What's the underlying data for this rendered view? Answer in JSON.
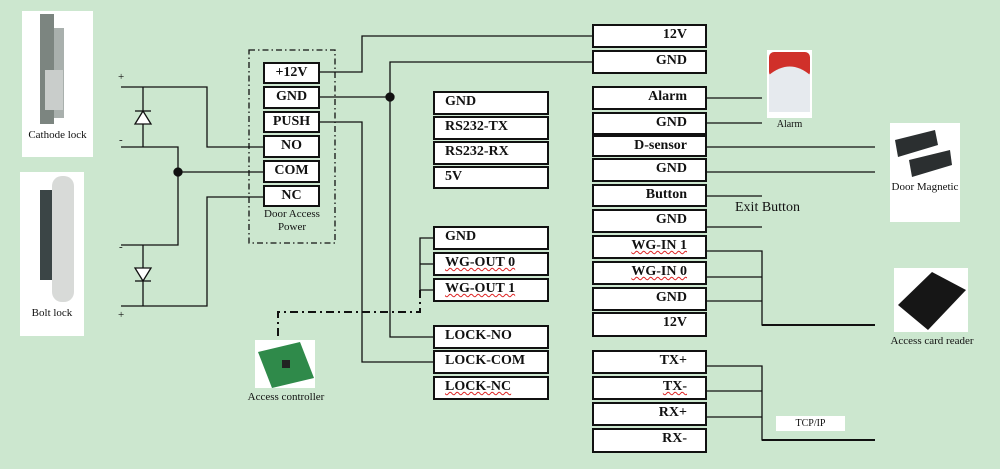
{
  "devices": {
    "cathode_lock": "Cathode lock",
    "bolt_lock": "Bolt lock",
    "power": "Door Access Power",
    "controller": "Access controller",
    "alarm": "Alarm",
    "door_magnetic": "Door Magnetic",
    "card_reader": "Access card reader",
    "exit_button": "Exit Button",
    "tcpip": "TCP/IP"
  },
  "polarity": {
    "plus": "+",
    "minus": "-"
  },
  "power_terminals": [
    "+12V",
    "GND",
    "PUSH",
    "NO",
    "COM",
    "NC"
  ],
  "rs232_terminals": [
    "GND",
    "RS232-TX",
    "RS232-RX",
    "5V"
  ],
  "wg_out_terminals": [
    "GND",
    "WG-OUT 0",
    "WG-OUT 1"
  ],
  "lock_terminals": [
    "LOCK-NO",
    "LOCK-COM",
    "LOCK-NC"
  ],
  "right_terminals": [
    "12V",
    "GND",
    "Alarm",
    "GND",
    "D-sensor",
    "GND",
    "Button",
    "GND",
    "WG-IN 1",
    "WG-IN 0",
    "GND",
    "12V",
    "TX+",
    "TX-",
    "RX+",
    "RX-"
  ],
  "colors": {
    "background": "#cce7cf",
    "wire": "#111111",
    "alarm_red": "#d0302a"
  }
}
